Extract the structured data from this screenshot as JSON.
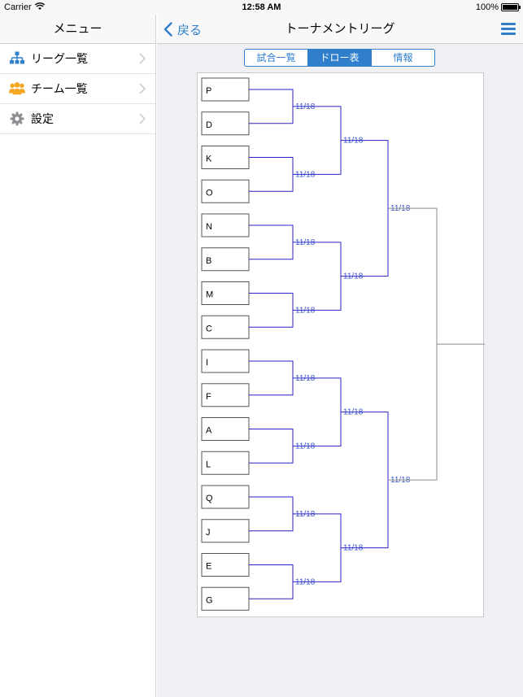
{
  "status_bar": {
    "carrier": "Carrier",
    "time": "12:58 AM",
    "battery": "100%"
  },
  "master": {
    "title": "メニュー",
    "items": [
      {
        "label": "リーグ一覧",
        "icon": "hierarchy-icon",
        "icon_color": "#2f7fcd"
      },
      {
        "label": "チーム一覧",
        "icon": "people-icon",
        "icon_color": "#f5a623"
      },
      {
        "label": "設定",
        "icon": "gear-icon",
        "icon_color": "#8e8e93"
      }
    ]
  },
  "detail": {
    "back_label": "戻る",
    "title": "トーナメントリーグ",
    "tabs": [
      {
        "label": "試合一覧",
        "active": false
      },
      {
        "label": "ドロー表",
        "active": true
      },
      {
        "label": "情報",
        "active": false
      }
    ]
  },
  "bracket": {
    "teams": [
      "P",
      "D",
      "K",
      "O",
      "N",
      "B",
      "M",
      "C",
      "I",
      "F",
      "A",
      "L",
      "Q",
      "J",
      "E",
      "G"
    ],
    "round1_dates": [
      "11/18",
      "11/18",
      "11/18",
      "11/18",
      "11/18",
      "11/18",
      "11/18",
      "11/18"
    ],
    "round2_dates": [
      "11/18",
      "11/18",
      "11/18",
      "11/18"
    ],
    "round3_dates": [
      "11/18",
      "11/18"
    ],
    "colors": {
      "line_played": "#2a22c8",
      "line_pending": "#8a8a8a",
      "date_text": "#3a56c8",
      "accent": "#2f7fcd"
    }
  }
}
